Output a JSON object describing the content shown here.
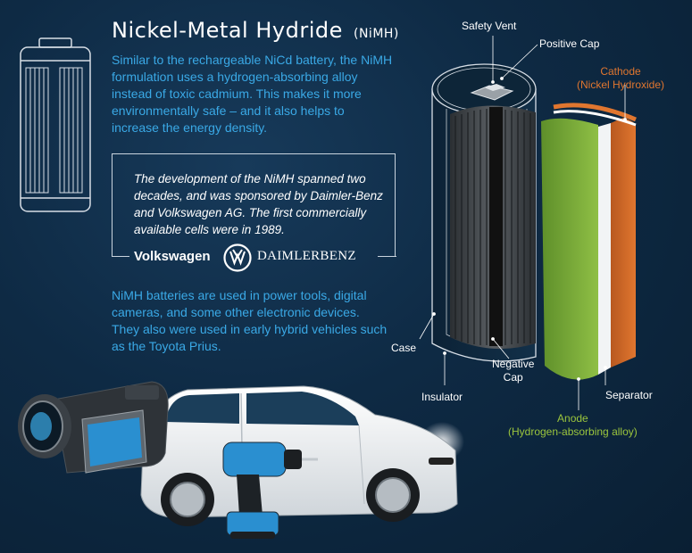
{
  "header": {
    "title": "Nickel-Metal Hydride",
    "title_suffix": "(NiMH)"
  },
  "intro_text": "Similar to the rechargeable NiCd battery, the NiMH formulation uses a hydrogen-absorbing alloy instead of toxic cadmium. This makes it more environmentally safe – and it also helps to increase the energy density.",
  "history_box": {
    "quote": "The development of the NiMH spanned two decades, and was sponsored by Daimler-Benz and Volkswagen AG. The first commercially available cells were in 1989.",
    "brand_volkswagen": "Volkswagen",
    "brand_daimler": "DAIMLERBENZ"
  },
  "usage_text": "NiMH batteries are used in power tools, digital cameras, and some other electronic devices. They also were used in early hybrid vehicles such as the Toyota Prius.",
  "diagram_labels": {
    "safety_vent": "Safety Vent",
    "positive_cap": "Positive Cap",
    "cathode": "Cathode",
    "cathode_sub": "(Nickel Hydroxide)",
    "case": "Case",
    "insulator": "Insulator",
    "negative_cap_1": "Negative",
    "negative_cap_2": "Cap",
    "separator": "Separator",
    "anode": "Anode",
    "anode_sub": "(Hydrogen-absorbing alloy)"
  },
  "icons": [
    "battery-outline-icon",
    "volkswagen-logo-icon",
    "camcorder-icon",
    "car-icon",
    "power-drill-icon"
  ],
  "colors": {
    "background": "#0e2a44",
    "accent_blue": "#3aa9e6",
    "cathode_orange": "#e0762f",
    "anode_green": "#9bc53d",
    "text_white": "#ffffff"
  }
}
